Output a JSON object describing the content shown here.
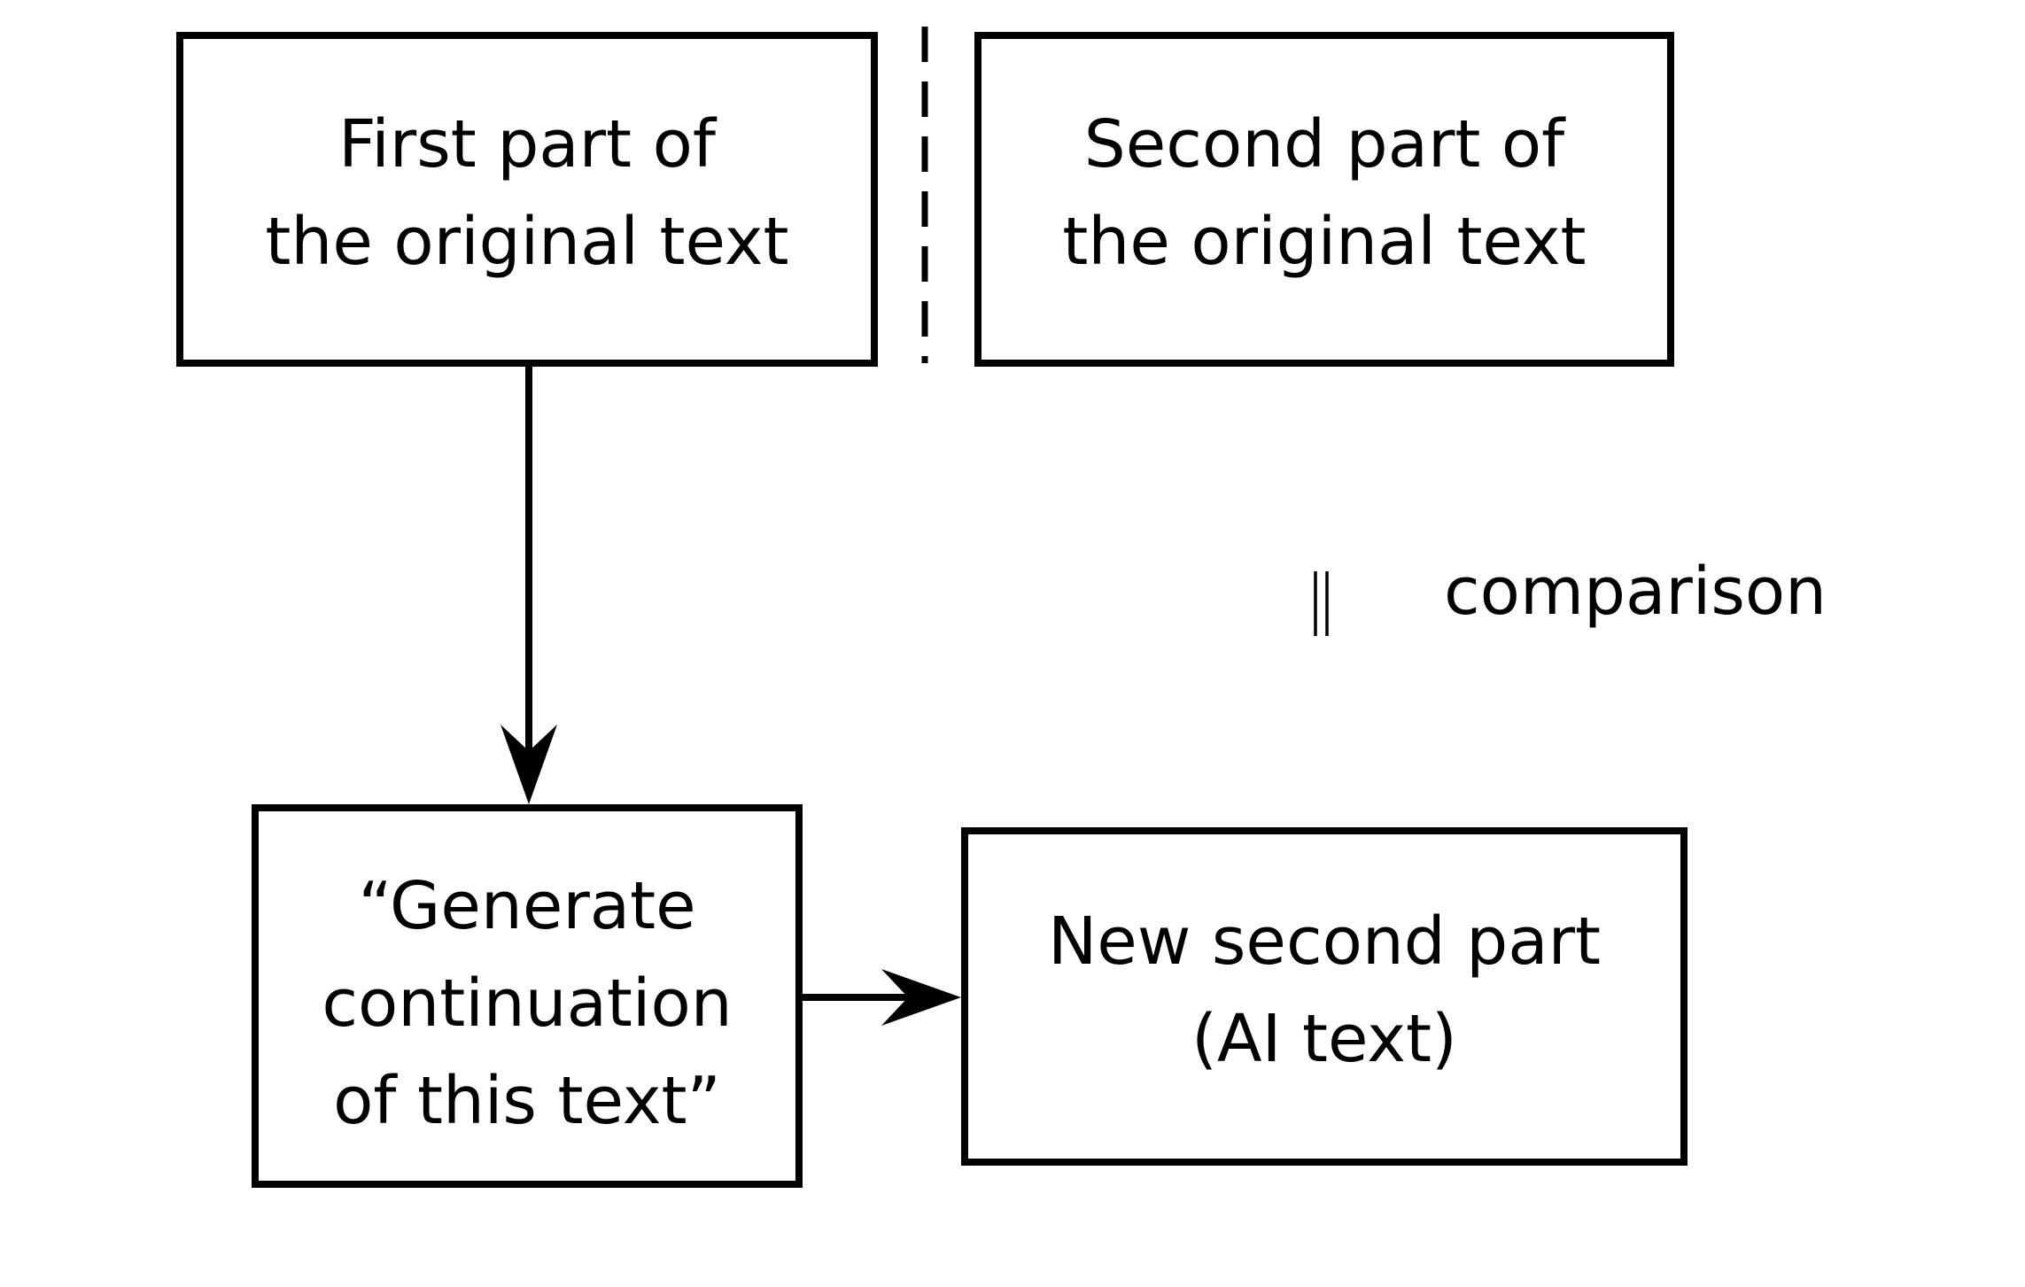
{
  "boxes": {
    "first_part": {
      "lines": [
        "First part of",
        "the original text"
      ]
    },
    "second_part": {
      "lines": [
        "Second part of",
        "the original text"
      ]
    },
    "prompt": {
      "lines": [
        "“Generate",
        "continuation",
        "of this text”"
      ]
    },
    "new_second_part": {
      "lines": [
        "New second part",
        "(AI text)"
      ]
    }
  },
  "comparison_label": "comparison"
}
